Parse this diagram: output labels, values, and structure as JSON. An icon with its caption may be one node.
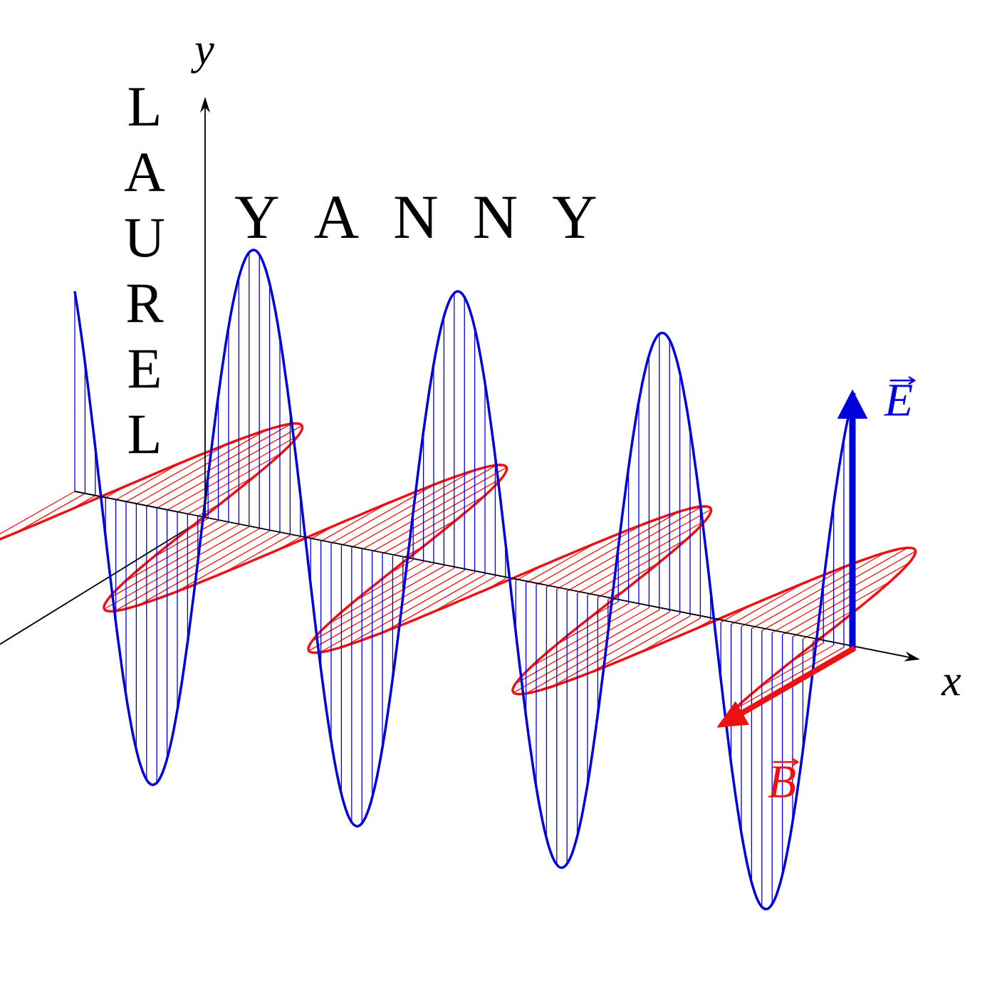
{
  "diagram": {
    "labels": [
      "y",
      "LAUREL",
      "Y A N N Y",
      "E",
      "B",
      "x"
    ]
  }
}
